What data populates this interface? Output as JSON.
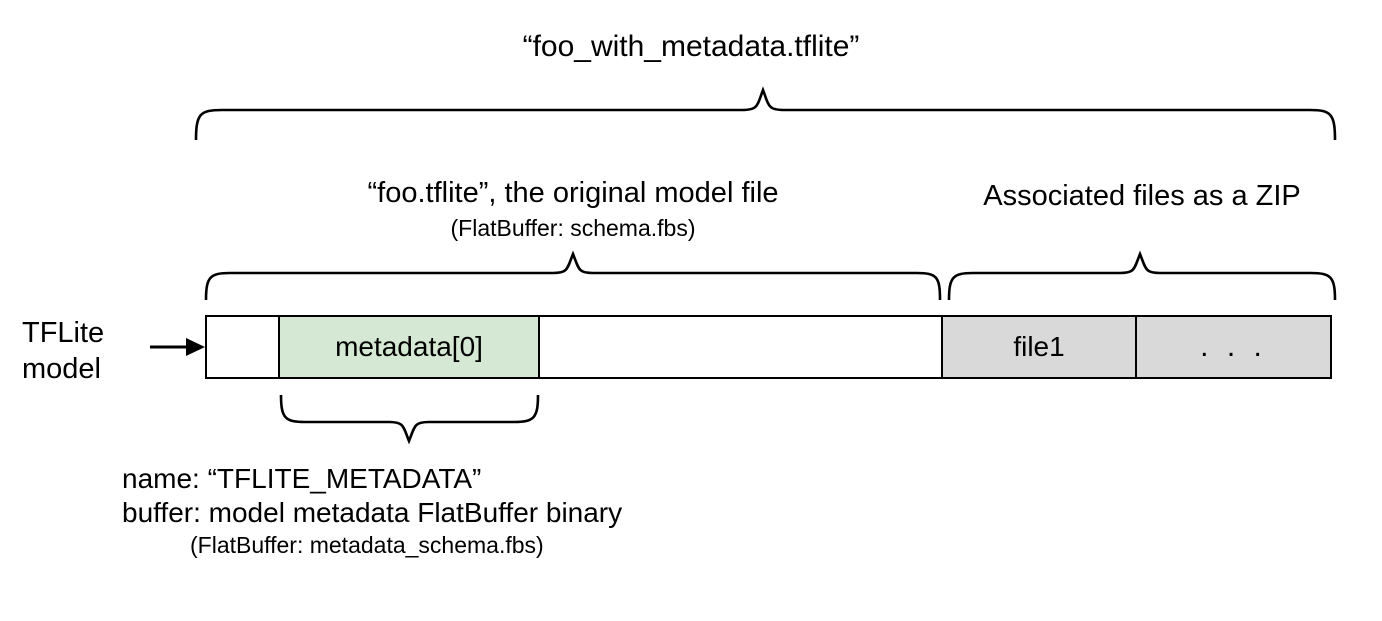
{
  "diagram": {
    "title": "“foo_with_metadata.tflite”",
    "left_group": {
      "label": "“foo.tflite”, the original model file",
      "sublabel": "(FlatBuffer: schema.fbs)"
    },
    "right_group": {
      "label": "Associated files as a ZIP"
    },
    "source_label": "TFLite\nmodel",
    "segments": [
      {
        "name": "leading-blank",
        "label": "",
        "fill": "#ffffff"
      },
      {
        "name": "metadata",
        "label": "metadata[0]",
        "fill": "#d5e8d4"
      },
      {
        "name": "trailing-blank",
        "label": "",
        "fill": "#ffffff"
      },
      {
        "name": "file1",
        "label": "file1",
        "fill": "#d9d9d9"
      },
      {
        "name": "more-files",
        "label": ". . .",
        "fill": "#d9d9d9"
      }
    ],
    "metadata_note": {
      "line1": "name: “TFLITE_METADATA”",
      "line2": "buffer: model metadata FlatBuffer binary",
      "line3": "(FlatBuffer: metadata_schema.fbs)"
    },
    "colors": {
      "metadata_fill": "#d5e8d4",
      "zip_fill": "#d9d9d9",
      "stroke": "#000000",
      "background": "#ffffff"
    }
  }
}
